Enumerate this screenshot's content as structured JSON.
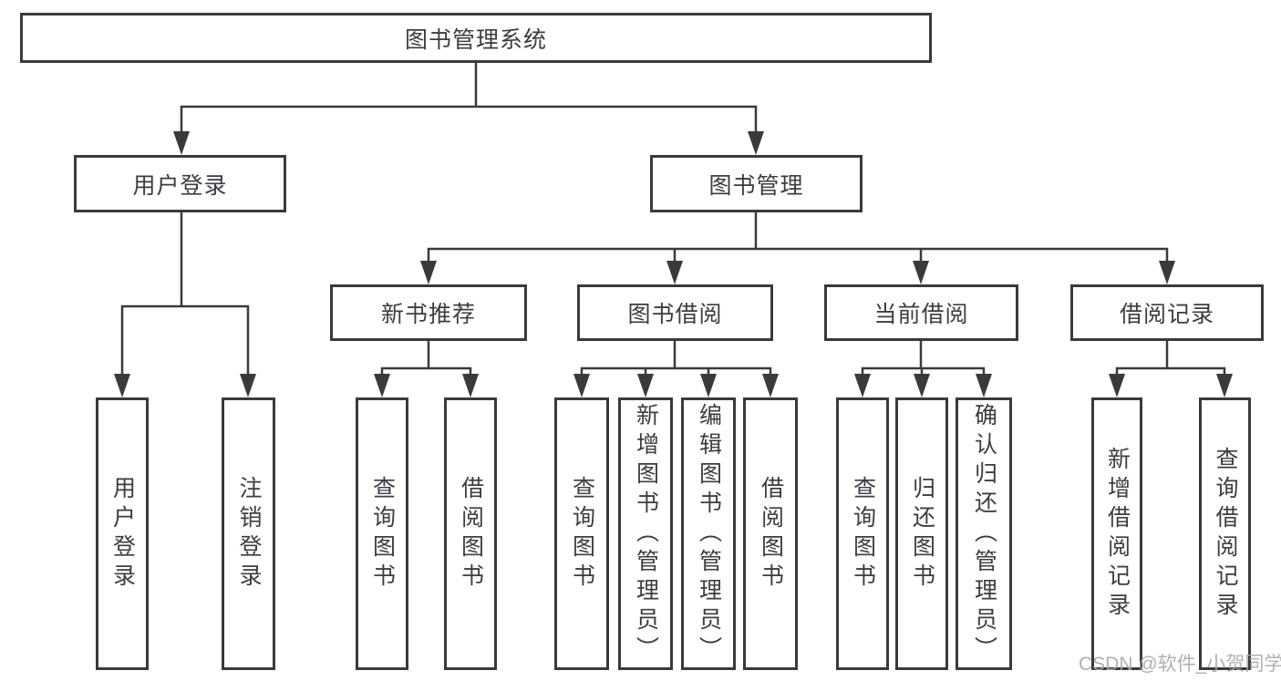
{
  "diagram": {
    "root": {
      "label": "图书管理系统"
    },
    "level2": [
      {
        "label": "用户登录"
      },
      {
        "label": "图书管理"
      }
    ],
    "level3": [
      {
        "label": "新书推荐"
      },
      {
        "label": "图书借阅"
      },
      {
        "label": "当前借阅"
      },
      {
        "label": "借阅记录"
      }
    ],
    "leaves": [
      {
        "label": "用户登录"
      },
      {
        "label": "注销登录"
      },
      {
        "label": "查询图书"
      },
      {
        "label": "借阅图书"
      },
      {
        "label": "查询图书"
      },
      {
        "label": "新增图书（管理员）"
      },
      {
        "label": "编辑图书（管理员）"
      },
      {
        "label": "借阅图书"
      },
      {
        "label": "查询图书"
      },
      {
        "label": "归还图书"
      },
      {
        "label": "确认归还（管理员）"
      },
      {
        "label": "新增借阅记录"
      },
      {
        "label": "查询借阅记录"
      }
    ],
    "colors": {
      "line": "#3a3a3a",
      "box_border": "#3a3a3a",
      "text": "#3a3d42",
      "background": "#ffffff"
    }
  },
  "watermark": {
    "text": "CSDN @软件_小贺同学",
    "color": "#a8a8a8"
  }
}
